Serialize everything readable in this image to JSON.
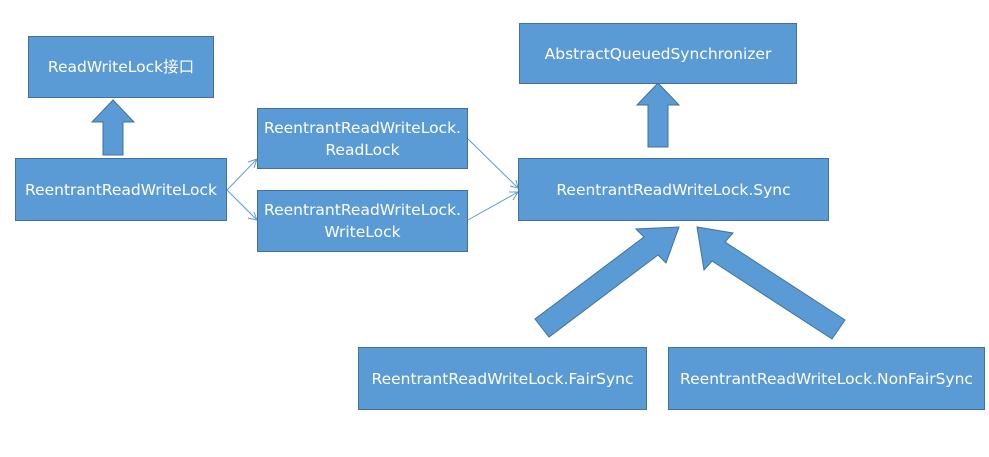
{
  "nodes": {
    "rwlock_interface": {
      "label": "ReadWriteLock接口"
    },
    "rrwl": {
      "label": "ReentrantReadWriteLock"
    },
    "read_lock": {
      "line1": "ReentrantReadWriteLock.",
      "line2": "ReadLock"
    },
    "write_lock": {
      "line1": "ReentrantReadWriteLock.",
      "line2": "WriteLock"
    },
    "aqs": {
      "label": "AbstractQueuedSynchronizer"
    },
    "sync": {
      "label": "ReentrantReadWriteLock.Sync"
    },
    "fair_sync": {
      "label": "ReentrantReadWriteLock.FairSync"
    },
    "nonfair_sync": {
      "label": "ReentrantReadWriteLock.NonFairSync"
    }
  },
  "colors": {
    "box_fill": "#5b9bd5",
    "box_border": "#41719c",
    "box_text": "#ffffff",
    "connector": "#5b9bd5"
  }
}
